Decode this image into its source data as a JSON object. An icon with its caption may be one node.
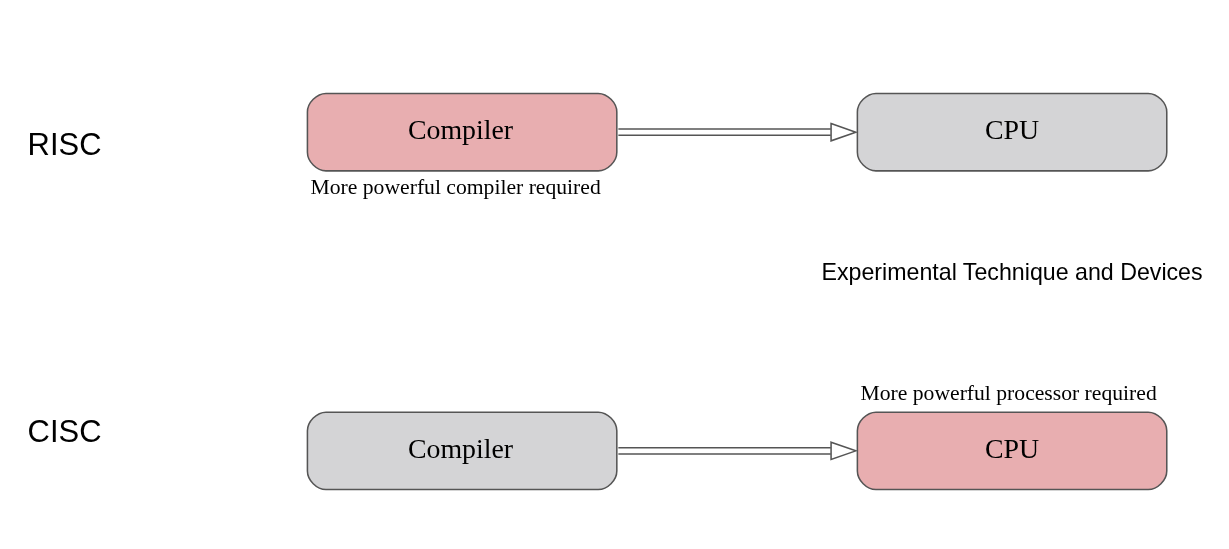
{
  "diagram": {
    "nodes": [
      {
        "text": [
          "Compiler"
        ]
      },
      {
        "text": [
          "CPU"
        ],
        "beside": [
          "More powerful processor required"
        ]
      },
      {
        "text": [
          "Compiler"
        ],
        "beside": [
          "More powerful compiler required"
        ]
      },
      {
        "text": [
          "CPU"
        ]
      }
    ],
    "edges": [
      {
        "from": 0,
        "to": 1,
        "arrow": "to"
      },
      {
        "from": 2,
        "to": 3,
        "arrow": "to"
      }
    ],
    "labels": [
      "Experimental Technique and Devices",
      "CISC",
      "RISC"
    ]
  }
}
